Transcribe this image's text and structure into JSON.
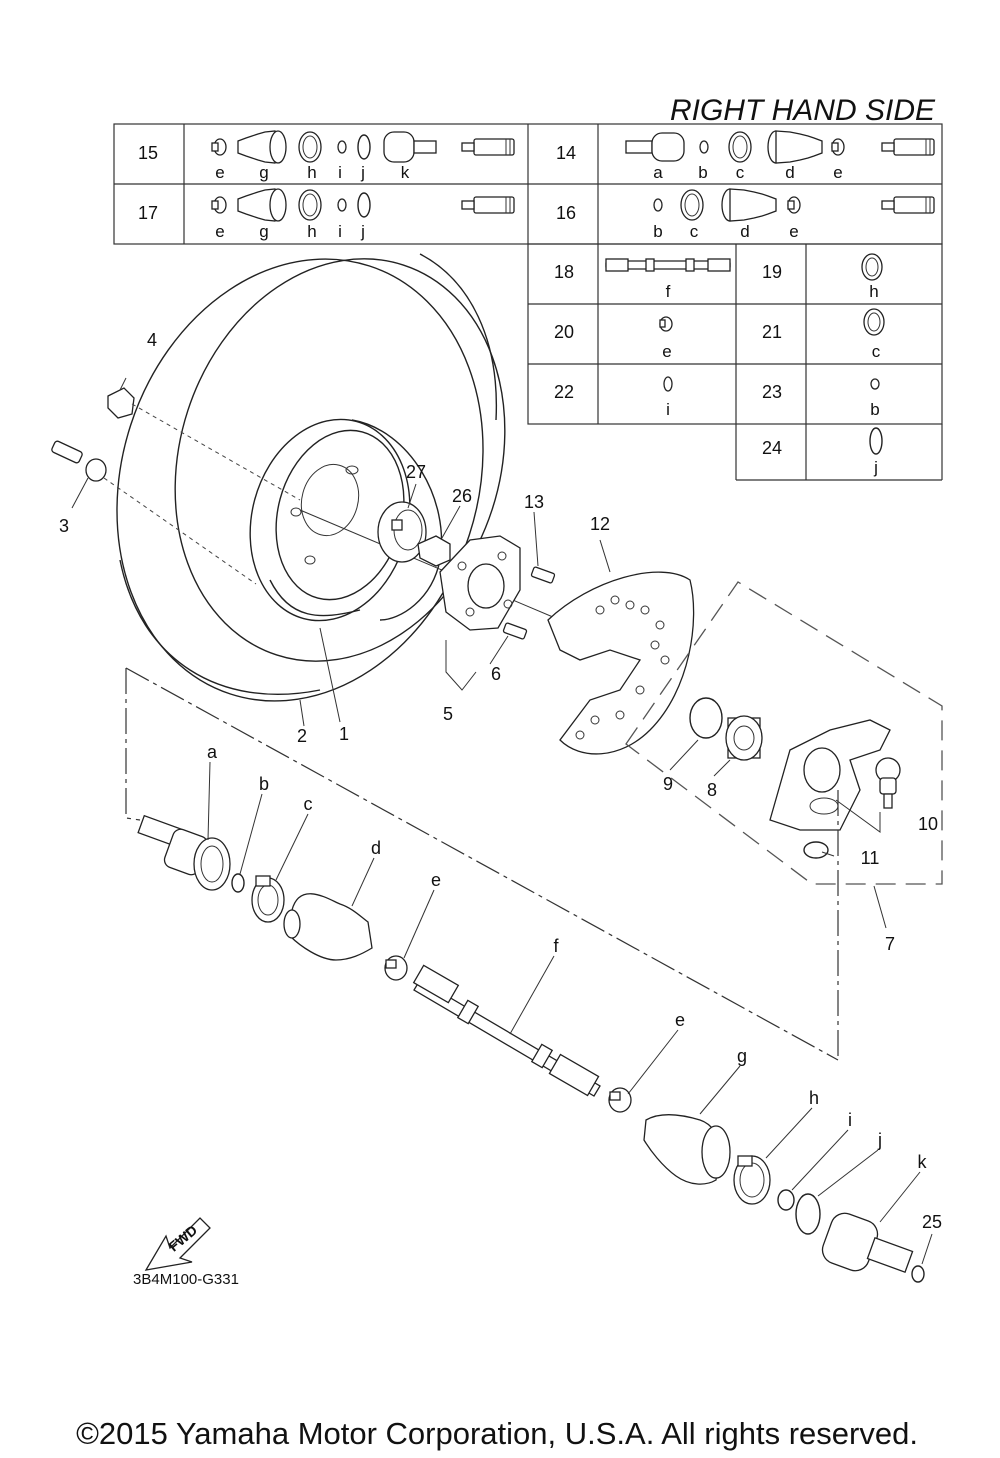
{
  "header": {
    "side_title": "RIGHT HAND SIDE"
  },
  "kit_table": [
    {
      "id": "15",
      "letters": [
        "e",
        "g",
        "h",
        "i",
        "j",
        "k"
      ]
    },
    {
      "id": "14",
      "letters": [
        "a",
        "b",
        "c",
        "d",
        "e"
      ]
    },
    {
      "id": "17",
      "letters": [
        "e",
        "g",
        "h",
        "i",
        "j"
      ]
    },
    {
      "id": "16",
      "letters": [
        "b",
        "c",
        "d",
        "e"
      ]
    },
    {
      "id": "18",
      "letters": [
        "f"
      ]
    },
    {
      "id": "19",
      "letters": [
        "h"
      ]
    },
    {
      "id": "20",
      "letters": [
        "e"
      ]
    },
    {
      "id": "21",
      "letters": [
        "c"
      ]
    },
    {
      "id": "22",
      "letters": [
        "i"
      ]
    },
    {
      "id": "23",
      "letters": [
        "b"
      ]
    },
    {
      "id": "24",
      "letters": [
        "j"
      ]
    }
  ],
  "callouts": {
    "n1": "1",
    "n2": "2",
    "n3": "3",
    "n4": "4",
    "n5": "5",
    "n6": "6",
    "n7": "7",
    "n8": "8",
    "n9": "9",
    "n10": "10",
    "n11": "11",
    "n12": "12",
    "n13": "13",
    "n25": "25",
    "n26": "26",
    "n27": "27",
    "la": "a",
    "lb": "b",
    "lc": "c",
    "ld": "d",
    "le1": "e",
    "lf": "f",
    "le2": "e",
    "lg": "g",
    "lh": "h",
    "li": "i",
    "lj": "j",
    "lk": "k"
  },
  "fwd_arrow": "FWD",
  "drawing_code": "3B4M100-G331",
  "footer": {
    "copyright": "©2015 Yamaha Motor Corporation, U.S.A. All rights reserved."
  },
  "icons": [
    "tire-icon",
    "wheel-rim-icon",
    "hub-icon",
    "brake-disc-icon",
    "knuckle-icon",
    "drive-shaft-icon",
    "cv-boot-icon",
    "band-clamp-icon",
    "circlip-icon",
    "grease-tube-icon",
    "fwd-arrow-icon"
  ]
}
